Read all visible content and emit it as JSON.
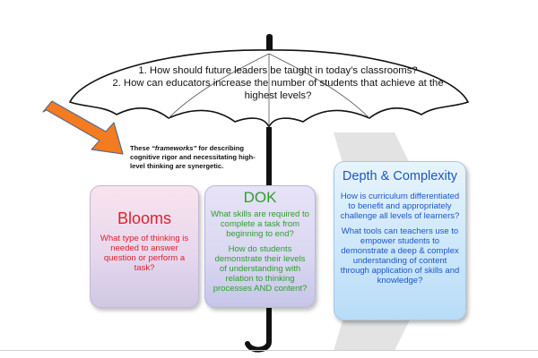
{
  "umbrella": {
    "questions": [
      "1. How should future leaders be taught in today’s classrooms?",
      "2. How can educators increase the number of students that achieve at the highest levels?"
    ]
  },
  "note": {
    "prefix": "These ",
    "emphasis": "“frameworks”",
    "suffix": " for describing cognitive rigor and necessitating high-level thinking are synergetic."
  },
  "frameworks": {
    "blooms": {
      "title": "Blooms",
      "text": "What type of thinking is needed to answer question or perform a task?"
    },
    "dok": {
      "title": "DOK",
      "text1": "What skills are required to complete a task from beginning to end?",
      "text2": "How do students demonstrate their levels of understanding with relation to thinking processes AND content?"
    },
    "depth_complexity": {
      "title": "Depth & Complexity",
      "text1": "How is curriculum differentiated to benefit and appropriately challenge all levels of learners?",
      "text2": "What tools can teachers use to empower students to demonstrate a deep & complex understanding of content through application of skills and knowledge?"
    }
  },
  "colors": {
    "arrow": "#f47b20",
    "blooms_text": "#e0202b",
    "dok_text": "#2e9e2f",
    "depth_text": "#1b56c9"
  }
}
